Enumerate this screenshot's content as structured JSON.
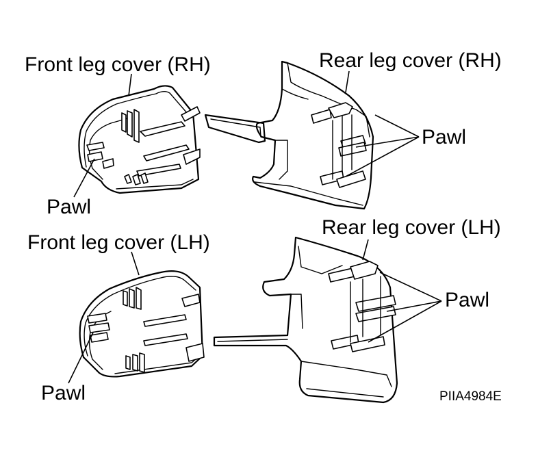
{
  "labels": {
    "front_rh": "Front leg cover (RH)",
    "rear_rh": "Rear leg cover (RH)",
    "pawl_rh_right": "Pawl",
    "pawl_rh_left": "Pawl",
    "front_lh": "Front leg cover (LH)",
    "rear_lh": "Rear leg cover (LH)",
    "pawl_lh_right": "Pawl",
    "pawl_lh_left": "Pawl",
    "figure_code": "PIIA4984E"
  }
}
